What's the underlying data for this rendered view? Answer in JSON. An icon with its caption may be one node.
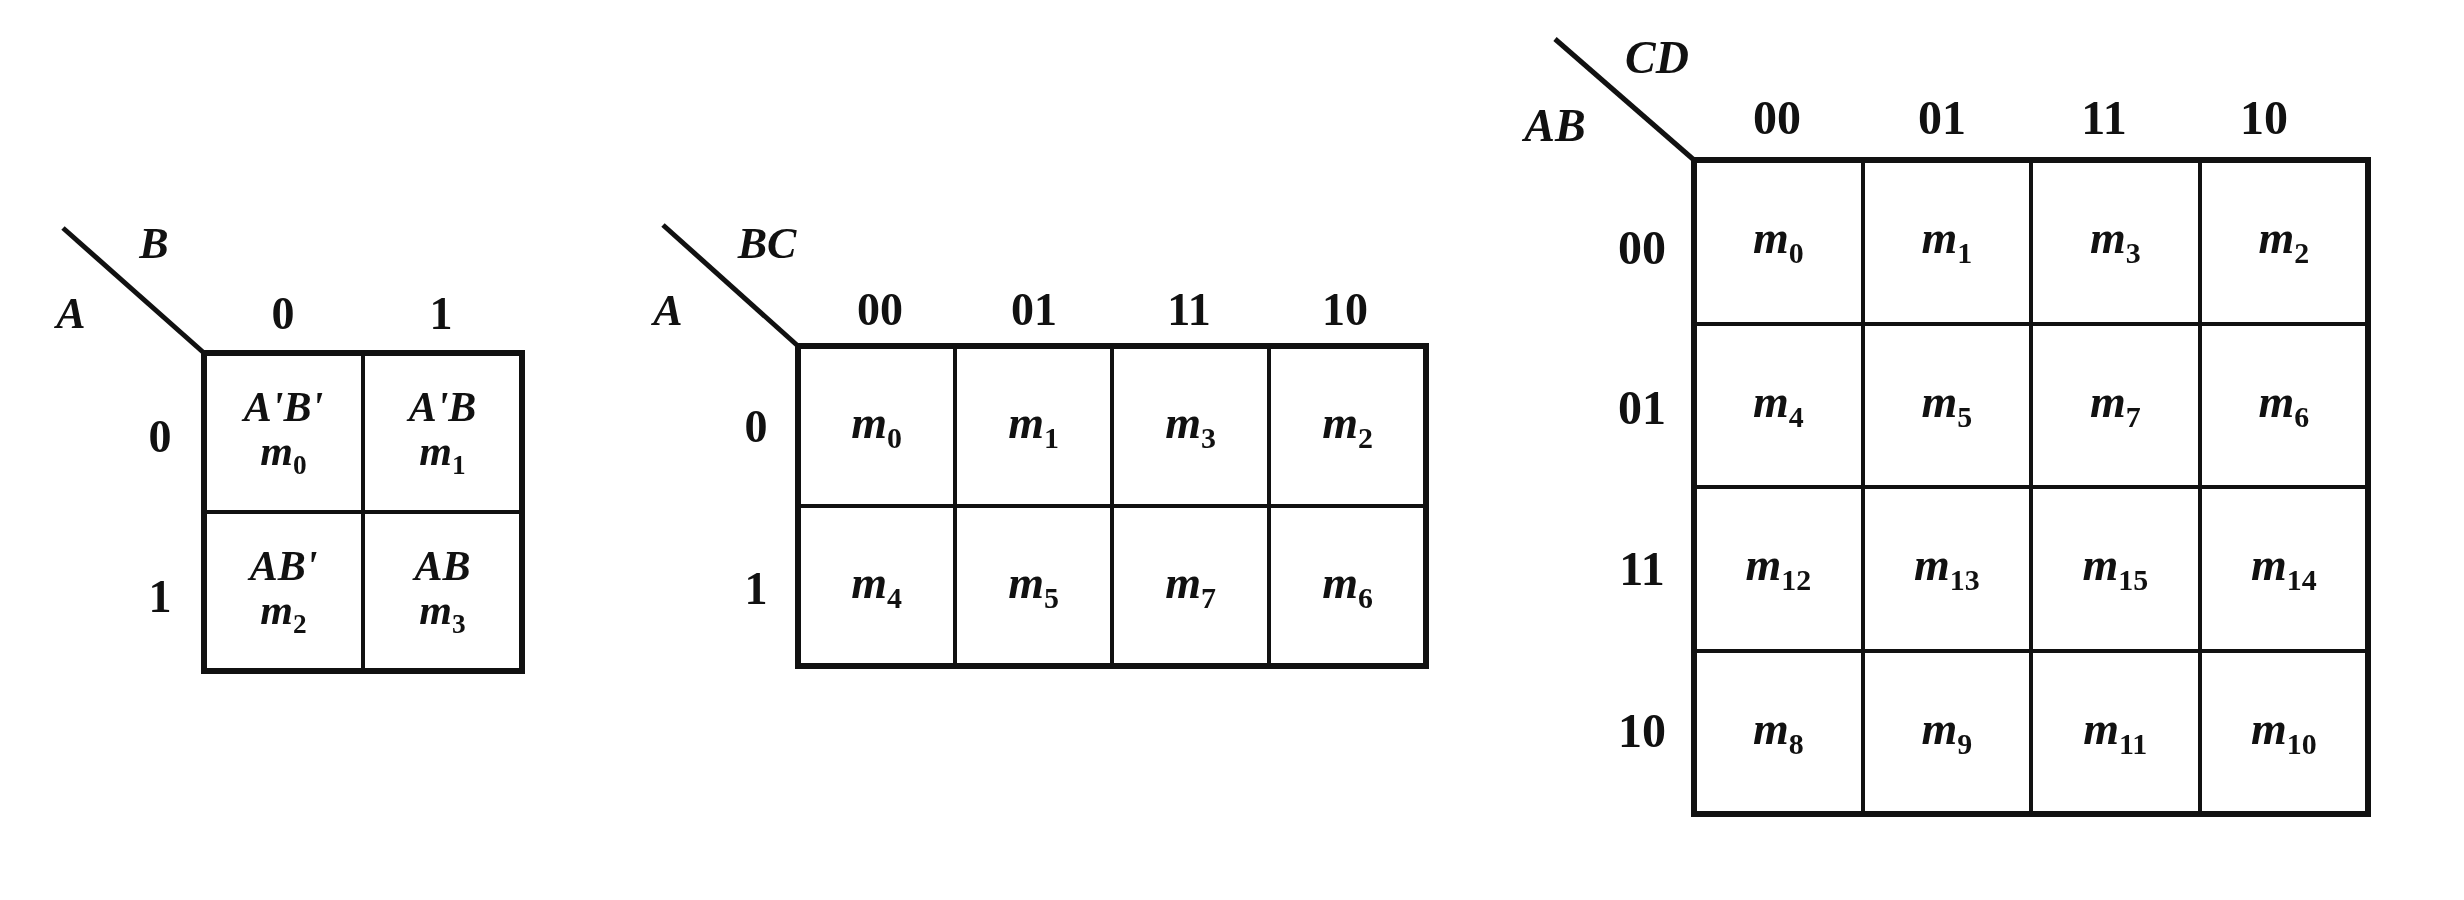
{
  "diagram": {
    "nodes": [
      {
        "text": [
          "A'B'",
          "m$_{0}$"
        ]
      },
      {
        "text": [
          "A'B",
          "m$_{1}$"
        ]
      },
      {
        "text": [
          "AB'",
          "m$_{2}$"
        ]
      },
      {
        "text": [
          "AB",
          "m$_{3}$"
        ]
      },
      {
        "text": [
          "m$_{0}$"
        ]
      },
      {
        "text": [
          "m$_{1}$"
        ]
      },
      {
        "text": [
          "m$_{3}$"
        ]
      },
      {
        "text": [
          "m$_{2}$"
        ]
      },
      {
        "text": [
          "m$_{4}$"
        ]
      },
      {
        "text": [
          "m$_{5}$"
        ]
      },
      {
        "text": [
          "m$_{7}$"
        ]
      },
      {
        "text": [
          "m$_{6}$"
        ]
      },
      {
        "text": [
          "m$_{0}$"
        ]
      },
      {
        "text": [
          "m$_{1}$"
        ]
      },
      {
        "text": [
          "m$_{3}$"
        ]
      },
      {
        "text": [
          "m$_{2}$"
        ]
      },
      {
        "text": [
          "m$_{4}$"
        ]
      },
      {
        "text": [
          "m$_{5}$"
        ]
      },
      {
        "text": [
          "m$_{7}$"
        ]
      },
      {
        "text": [
          "m$_{6}$"
        ]
      },
      {
        "text": [
          "m$_{12}$"
        ]
      },
      {
        "text": [
          "m$_{13}$"
        ]
      },
      {
        "text": [
          "m$_{15}$"
        ]
      },
      {
        "text": [
          "m$_{14}$"
        ]
      },
      {
        "text": [
          "m$_{8}$"
        ]
      },
      {
        "text": [
          "m$_{9}$"
        ]
      },
      {
        "text": [
          "m$_{11}$"
        ]
      },
      {
        "text": [
          "m$_{10}$"
        ]
      }
    ],
    "labels": [
      "B",
      "A",
      "0",
      "1",
      "0",
      "1",
      "BC",
      "A",
      "00",
      "01",
      "11",
      "10",
      "0",
      "1",
      "CD",
      "AB",
      "00",
      "01",
      "11",
      "10",
      "00",
      "01",
      "11",
      "10"
    ]
  }
}
